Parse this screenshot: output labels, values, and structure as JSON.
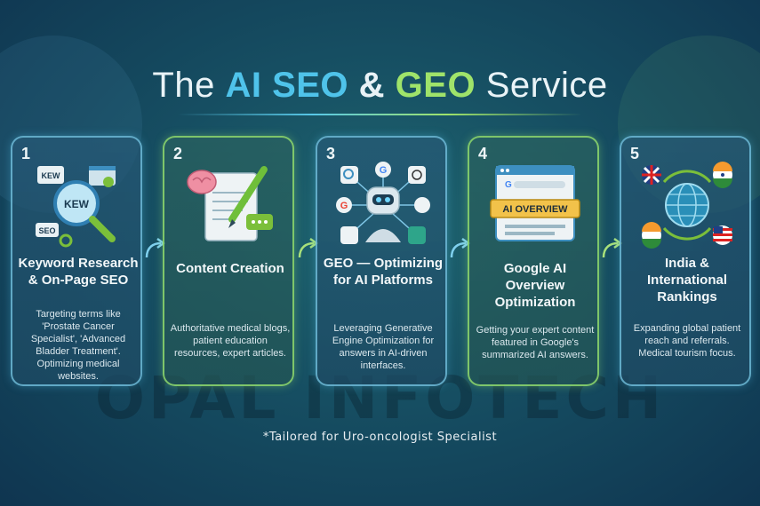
{
  "title": {
    "prefix": "The ",
    "ai_seo": "AI SEO",
    "amp": " & ",
    "geo": "GEO",
    "suffix": " Service"
  },
  "watermark": "OPAL INFOTECH",
  "cards": [
    {
      "number": "1",
      "title": "Keyword Research & On-Page SEO",
      "description": "Targeting terms like 'Prostate Cancer Specialist', 'Advanced Bladder Treatment'. Optimizing medical websites.",
      "icon_labels": [
        "KEW",
        "KEW",
        "SEO"
      ]
    },
    {
      "number": "2",
      "title": "Content Creation",
      "description": "Authoritative medical blogs, patient education resources, expert articles."
    },
    {
      "number": "3",
      "title": "GEO — Optimizing for AI Platforms",
      "description": "Leveraging Generative Engine Optimization for answers in AI-driven interfaces."
    },
    {
      "number": "4",
      "title": "Google AI Overview Optimization",
      "description": "Getting your expert content featured in Google's summarized AI answers.",
      "icon_labels": [
        "AI OVERVIEW"
      ]
    },
    {
      "number": "5",
      "title": "India & International Rankings",
      "description": "Expanding global patient reach and referrals. Medical tourism focus."
    }
  ],
  "footer": "*Tailored for Uro-oncologist Specialist",
  "colors": {
    "ai_blue": "#4fc3ea",
    "geo_green": "#9fe36a",
    "card_border_blue": "#78c8e6",
    "card_border_green": "#96e16e"
  }
}
